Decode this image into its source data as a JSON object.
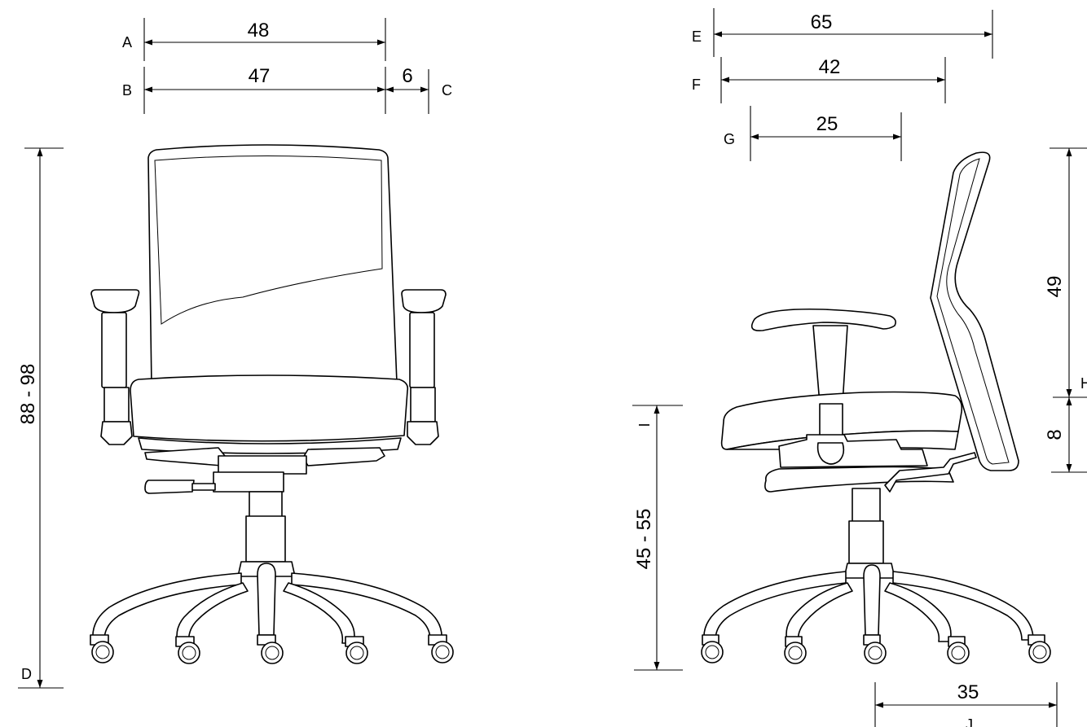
{
  "dimension_letters": {
    "a": "A",
    "b": "B",
    "c": "C",
    "d": "D",
    "e": "E",
    "f": "F",
    "g": "G",
    "h": "H",
    "i": "I",
    "j": "J"
  },
  "dimension_values": {
    "a": "48",
    "b": "47",
    "c": "6",
    "d": "88 - 98",
    "e": "65",
    "f": "42",
    "g": "25",
    "h_upper": "49",
    "h_lower": "8",
    "i": "45 - 55",
    "j": "35"
  }
}
